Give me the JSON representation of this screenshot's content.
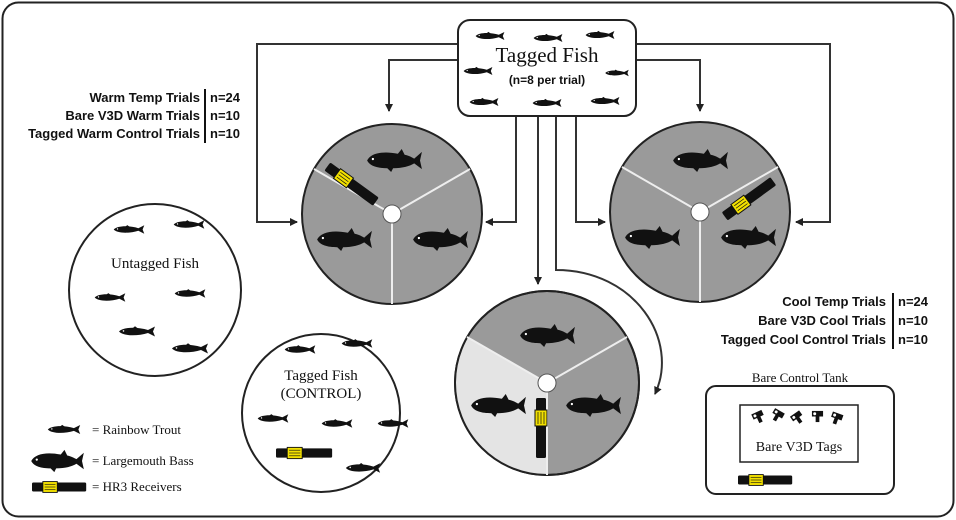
{
  "top_box": {
    "title": "Tagged Fish",
    "subtitle": "(n=8 per trial)"
  },
  "warm_trials": [
    {
      "label": "Warm Temp Trials",
      "n": "n=24"
    },
    {
      "label": "Bare V3D Warm Trials",
      "n": "n=10"
    },
    {
      "label": "Tagged Warm Control Trials",
      "n": "n=10"
    }
  ],
  "cool_trials": [
    {
      "label": "Cool Temp Trials",
      "n": "n=24"
    },
    {
      "label": "Bare V3D Cool Trials",
      "n": "n=10"
    },
    {
      "label": "Tagged Cool Control Trials",
      "n": "n=10"
    }
  ],
  "untagged_tank": {
    "label": "Untagged Fish"
  },
  "control_tank": {
    "line1": "Tagged Fish",
    "line2": "(CONTROL)"
  },
  "bare_control": {
    "title": "Bare Control Tank",
    "tags_label": "Bare V3D Tags"
  },
  "legend": [
    {
      "icon": "rainbow-trout-icon",
      "label": "= Rainbow Trout"
    },
    {
      "icon": "largemouth-bass-icon",
      "label": "= Largemouth Bass"
    },
    {
      "icon": "hr3-receiver-icon",
      "label": "= HR3 Receivers"
    }
  ],
  "colors": {
    "tank_fill": "#9a9a9a",
    "light_sector": "#e4e4e4",
    "outline": "#111111",
    "tag_band": "#f2e000"
  }
}
